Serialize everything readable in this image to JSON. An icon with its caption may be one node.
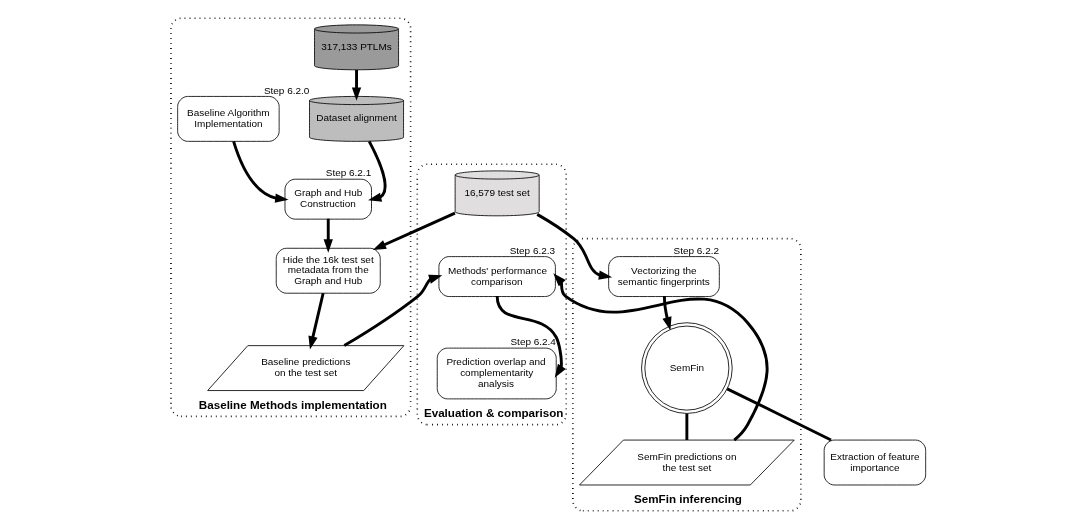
{
  "diagram": {
    "nodes": [
      {
        "text": [
          "Baseline Methods implementation"
        ]
      },
      {
        "text": [
          "317,133 PTLMs"
        ],
        "in": 0
      },
      {
        "text": [
          "Dataset alignment"
        ],
        "in": 0,
        "beside": [
          "Step 6.2.0"
        ]
      },
      {
        "text": [
          "Baseline Algorithm Implementation"
        ],
        "in": 0
      },
      {
        "text": [
          "Graph and Hub Construction"
        ],
        "in": 0,
        "beside": [
          "Step 6.2.1"
        ]
      },
      {
        "text": [
          "Hide the 16k test set metadata from the Graph and Hub"
        ],
        "in": 0
      },
      {
        "text": [
          "Baseline predictions on the test set"
        ],
        "in": 0
      },
      {
        "text": [
          "Evaluation & comparison"
        ]
      },
      {
        "text": [
          "16,579 test set"
        ],
        "in": 7
      },
      {
        "text": [
          "Methods' performance comparison"
        ],
        "in": 7,
        "beside": [
          "Step 6.2.3"
        ]
      },
      {
        "text": [
          "Prediction overlap and complementarity analysis"
        ],
        "in": 7,
        "beside": [
          "Step 6.2.4"
        ]
      },
      {
        "text": [
          "SemFin inferencing"
        ]
      },
      {
        "text": [
          "Vectorizing the semantic fingerprints"
        ],
        "in": 11,
        "beside": [
          "Step 6.2.2"
        ]
      },
      {
        "text": [
          "SemFin"
        ],
        "in": 11
      },
      {
        "text": [
          "SemFin predictions on the test set"
        ],
        "in": 11
      },
      {
        "text": [
          "Extraction of feature importance"
        ]
      }
    ],
    "edges": [
      {
        "from": 1,
        "to": 2,
        "arrow": "to"
      },
      {
        "from": 2,
        "to": 4,
        "arrow": "to"
      },
      {
        "from": 3,
        "to": 4,
        "arrow": "to"
      },
      {
        "from": 4,
        "to": 5,
        "arrow": "to"
      },
      {
        "from": 5,
        "to": 6,
        "arrow": "to"
      },
      {
        "from": 8,
        "to": 5,
        "arrow": "to"
      },
      {
        "from": 6,
        "to": 9,
        "arrow": "to"
      },
      {
        "from": 8,
        "to": 12,
        "arrow": "to"
      },
      {
        "from": 12,
        "to": 13,
        "arrow": "to"
      },
      {
        "from": 9,
        "to": 10,
        "arrow": "to"
      },
      {
        "from": 13,
        "to": 14,
        "arrow": "none"
      },
      {
        "from": 13,
        "to": 15,
        "arrow": "none"
      },
      {
        "from": 14,
        "to": 9,
        "arrow": "to"
      }
    ]
  }
}
